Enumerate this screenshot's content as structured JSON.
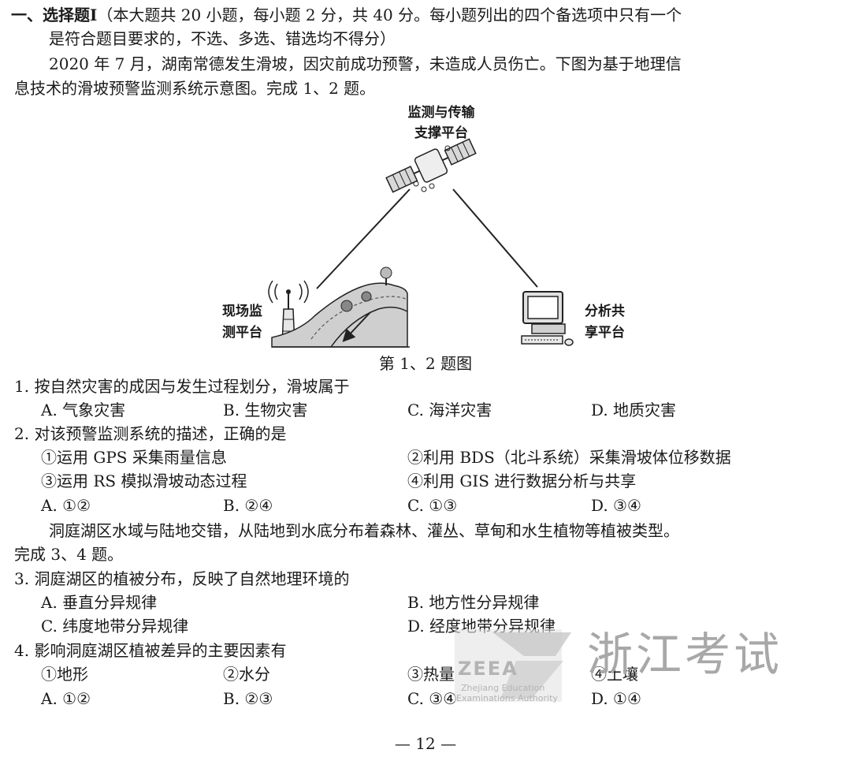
{
  "section": {
    "title_bold": "一、选择题Ⅰ",
    "title_rest": "（本大题共 20 小题，每小题 2 分，共 40 分。每小题列出的四个备选项中只有一个",
    "title_line2": "是符合题目要求的，不选、多选、错选均不得分）"
  },
  "intro1": {
    "line1": "2020 年 7 月，湖南常德发生滑坡，因灾前成功预警，未造成人员伤亡。下图为基于地理信",
    "line2": "息技术的滑坡预警监测系统示意图。完成 1、2 题。"
  },
  "diagram": {
    "top_label_1": "监测与传输",
    "top_label_2": "支撑平台",
    "left_label_1": "现场监",
    "left_label_2": "测平台",
    "right_label_1": "分析共",
    "right_label_2": "享平台",
    "caption": "第 1、2 题图"
  },
  "questions": [
    {
      "stem": "1. 按自然灾害的成因与发生过程划分，滑坡属于",
      "options": [
        "A. 气象灾害",
        "B. 生物灾害",
        "C. 海洋灾害",
        "D. 地质灾害"
      ]
    },
    {
      "stem": "2. 对该预警监测系统的描述，正确的是",
      "statements": [
        "①运用 GPS 采集雨量信息",
        "②利用 BDS（北斗系统）采集滑坡体位移数据",
        "③运用 RS 模拟滑坡动态过程",
        "④利用 GIS 进行数据分析与共享"
      ],
      "options": [
        "A. ①②",
        "B. ②④",
        "C. ①③",
        "D. ③④"
      ]
    },
    {
      "stem": "3. 洞庭湖区的植被分布，反映了自然地理环境的",
      "options": [
        "A. 垂直分异规律",
        "B. 地方性分异规律",
        "C. 纬度地带分异规律",
        "D. 经度地带分异规律"
      ]
    },
    {
      "stem": "4. 影响洞庭湖区植被差异的主要因素有",
      "statements": [
        "①地形",
        "②水分",
        "③热量",
        "④土壤"
      ],
      "options": [
        "A. ①②",
        "B. ②③",
        "C. ③④",
        "D. ①④"
      ]
    }
  ],
  "intro2": {
    "line1": "洞庭湖区水域与陆地交错，从陆地到水底分布着森林、灌丛、草甸和水生植物等植被类型。",
    "line2": "完成 3、4 题。"
  },
  "watermark": {
    "logo_text": "ZEEA",
    "org_line1": "Zhejiang Education",
    "org_line2": "Examinations Authority",
    "title": "浙江考试"
  },
  "page_number": "— 12 —"
}
